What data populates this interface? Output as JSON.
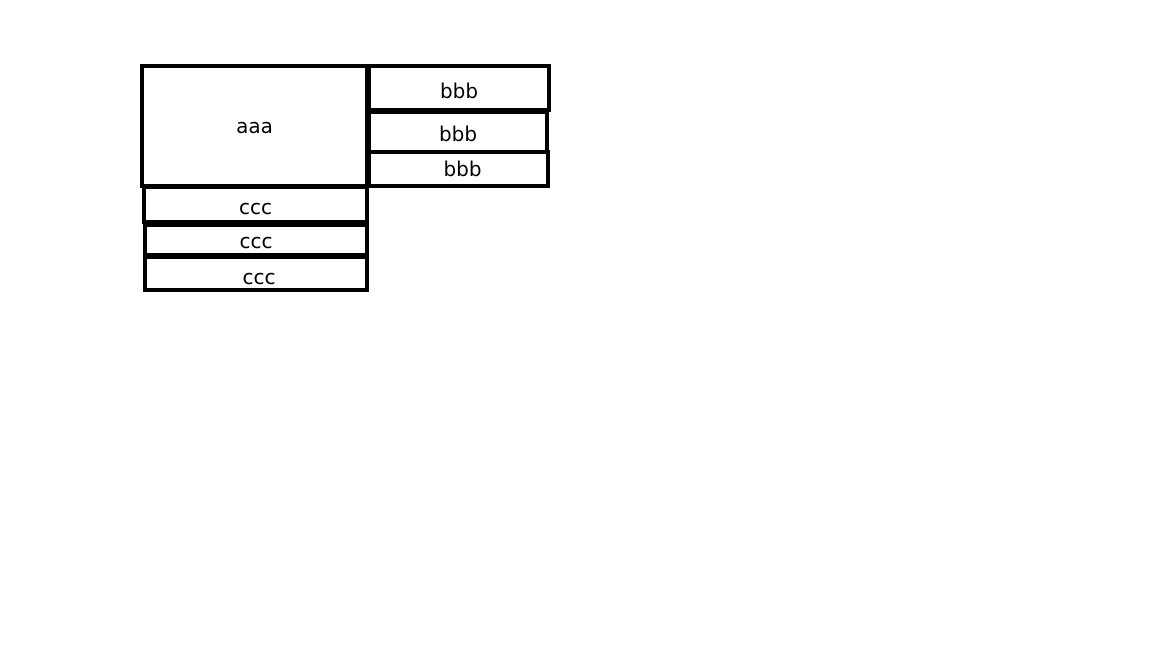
{
  "diagram": {
    "main_box": {
      "label": "aaa"
    },
    "right_column": [
      {
        "label": "bbb"
      },
      {
        "label": "bbb"
      },
      {
        "label": "bbb"
      }
    ],
    "bottom_column": [
      {
        "label": "ccc"
      },
      {
        "label": "ccc"
      },
      {
        "label": "ccc"
      }
    ],
    "colors": {
      "border": "#000000",
      "background": "#ffffff",
      "text": "#000000"
    }
  }
}
